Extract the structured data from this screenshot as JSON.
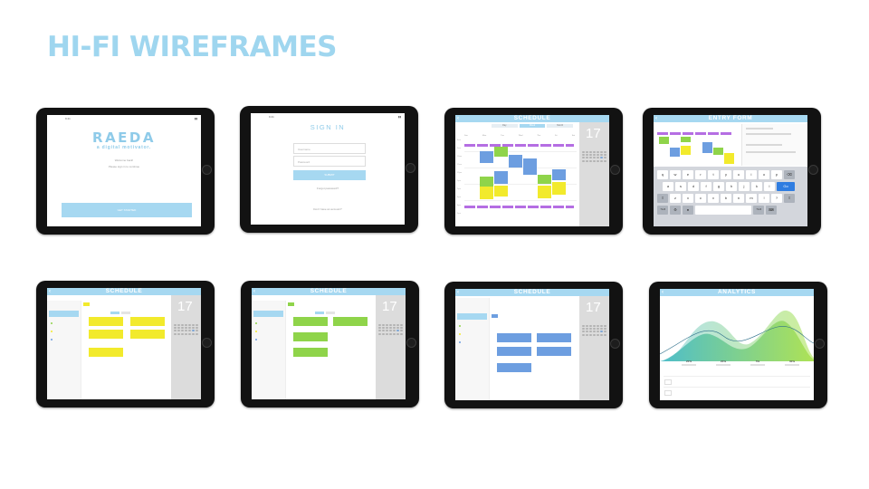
{
  "slide": {
    "title": "HI-FI WIREFRAMES"
  },
  "landing": {
    "logo": "RAEDA",
    "tagline": "a digital motivator.",
    "welcome": "Welcome back!",
    "sub": "Please sign in to continue",
    "button": "GET STARTED"
  },
  "signin": {
    "title": "SIGN IN",
    "user_placeholder": "Username",
    "pass_placeholder": "Password",
    "submit": "SUBMIT",
    "forgot": "Forgot password?",
    "create": "Don't have an account?"
  },
  "schedule": {
    "title": "SCHEDULE",
    "day": "17",
    "tabs": [
      "Day",
      "Week",
      "Month"
    ]
  },
  "entry": {
    "title": "ENTRY FORM"
  },
  "keyboard": {
    "row1": [
      "q",
      "w",
      "e",
      "r",
      "t",
      "y",
      "u",
      "i",
      "o",
      "p"
    ],
    "row2": [
      "a",
      "s",
      "d",
      "f",
      "g",
      "h",
      "j",
      "k",
      "l"
    ],
    "row3": [
      "z",
      "x",
      "c",
      "v",
      "b",
      "n",
      "m"
    ],
    "go": "Go",
    "num": ".?123"
  },
  "analytics": {
    "title": "ANALYTICS",
    "stats": [
      "20%",
      "20%",
      "5%",
      "30%"
    ]
  }
}
